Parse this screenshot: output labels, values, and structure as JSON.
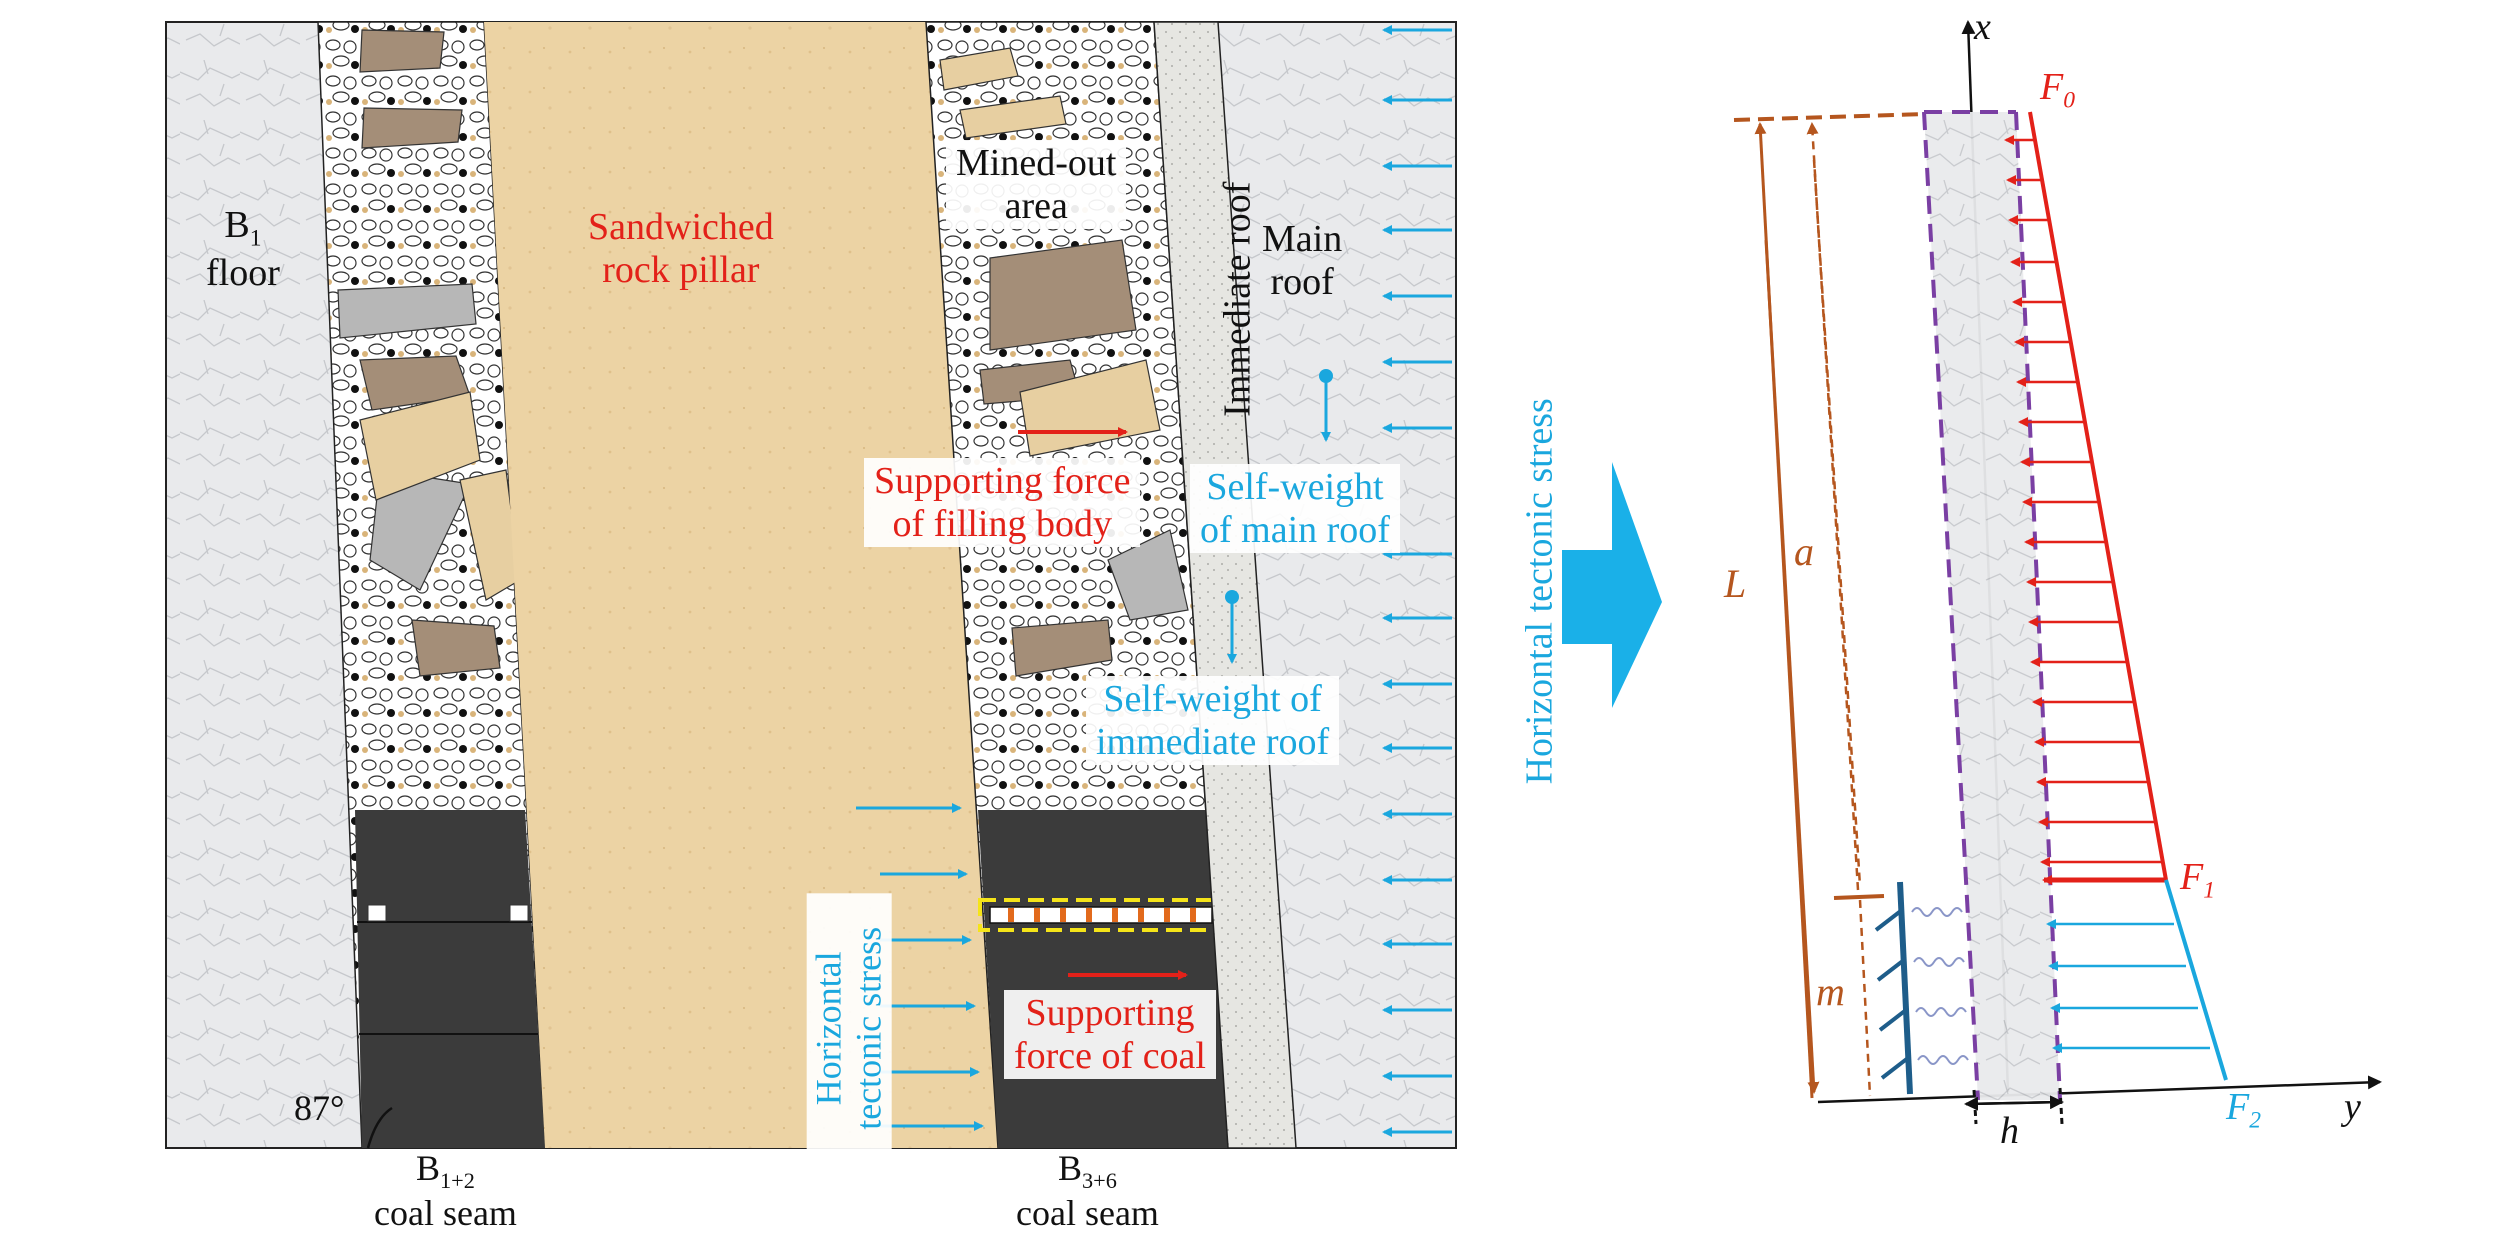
{
  "left_panel": {
    "b1_floor_label": "B",
    "b1_floor_sub": "1",
    "b1_floor_word": "floor",
    "sandwiched_pillar": [
      "Sandwiched",
      "rock pillar"
    ],
    "mined_out_area": [
      "Mined-out",
      "area"
    ],
    "immediate_roof": "Immediate roof",
    "main_roof": [
      "Main",
      "roof"
    ],
    "supporting_force_filling": [
      "Supporting force",
      "of filling body"
    ],
    "self_weight_main_roof": [
      "Self-weight",
      "of main roof"
    ],
    "self_weight_immediate_roof": [
      "Self-weight of",
      "immediate roof"
    ],
    "horizontal_tectonic_stress_inner": [
      "Horizontal",
      "tectonic stress"
    ],
    "supporting_force_coal": [
      "Supporting",
      "force of coal"
    ],
    "dip_angle": "87°",
    "seam_left": {
      "name": "B",
      "sub": "1+2",
      "word": "coal seam"
    },
    "seam_right": {
      "name": "B",
      "sub": "3+6",
      "word": "coal seam"
    }
  },
  "right_side_label": "Horizontal tectonic stress",
  "mechanical_model": {
    "axis_x": "x",
    "axis_y": "y",
    "F0": {
      "sym": "F",
      "sub": "0"
    },
    "F1": {
      "sym": "F",
      "sub": "1"
    },
    "F2": {
      "sym": "F",
      "sub": "2"
    },
    "L": "L",
    "a": "a",
    "m": "m",
    "h": "h"
  },
  "colors": {
    "red": "#e32119",
    "blue": "#1aa7de",
    "brown": "#b5561e",
    "purple": "#7a3fa3",
    "sandstone": "#ecd3a4",
    "coal": "#3b3b3b"
  },
  "icons": [
    "arrow-right-icon",
    "spring-icon",
    "dot-arrow-down-icon"
  ]
}
